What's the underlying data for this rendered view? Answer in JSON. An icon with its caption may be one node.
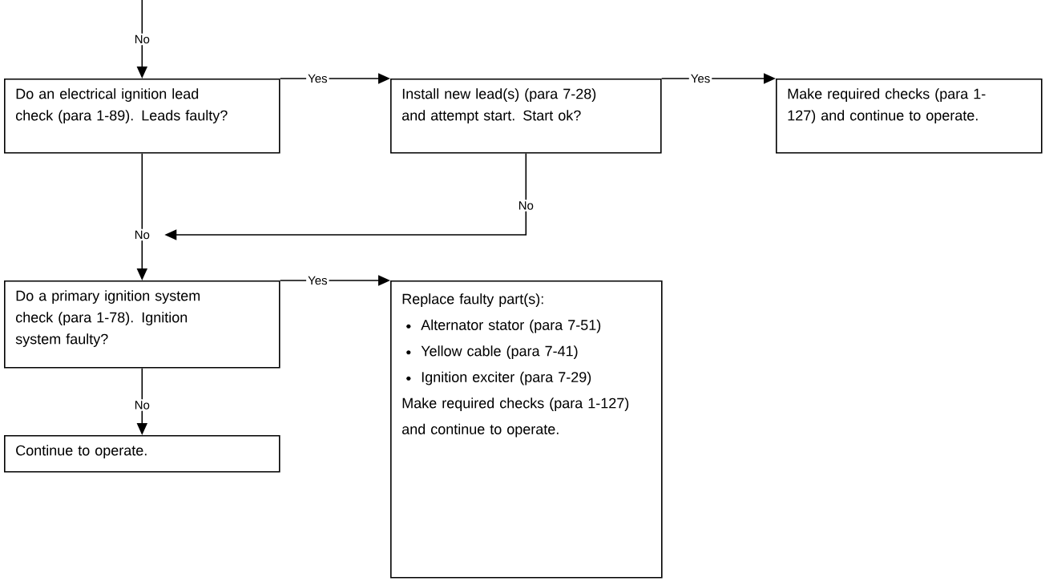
{
  "diagram": {
    "nodes": [
      {
        "text": [
          "Do an electrical ignition lead check (para 1-89). Leads faulty?"
        ]
      },
      {
        "text": [
          "Install new lead(s) (para 7-28) and attempt start. Start ok?"
        ]
      },
      {
        "text": [
          "Make required checks (para 1-127) and continue to operate."
        ]
      },
      {
        "text": [
          "Do a primary ignition system check (para 1-78). Ignition system faulty?"
        ]
      },
      {
        "text": [
          "Replace faulty part(s):",
          "Alternator stator (para 7-51)",
          "Yellow cable (para 7-41)",
          "Ignition exciter (para 7-29)",
          "Make required checks (para 1-127) and continue to operate."
        ]
      },
      {
        "text": [
          "Continue to operate."
        ]
      }
    ],
    "edges": [
      {
        "from": null,
        "to": 0,
        "arrow": "to",
        "label": "No"
      },
      {
        "from": 0,
        "to": 1,
        "arrow": "to",
        "label": "Yes"
      },
      {
        "from": 1,
        "to": 2,
        "arrow": "to",
        "label": "Yes"
      },
      {
        "from": 0,
        "to": 3,
        "arrow": "to",
        "label": "No"
      },
      {
        "from": 1,
        "to": 3,
        "arrow": "to",
        "label": "No"
      },
      {
        "from": 3,
        "to": 4,
        "arrow": "to",
        "label": "Yes"
      },
      {
        "from": 3,
        "to": 5,
        "arrow": "to",
        "label": "No"
      }
    ]
  }
}
